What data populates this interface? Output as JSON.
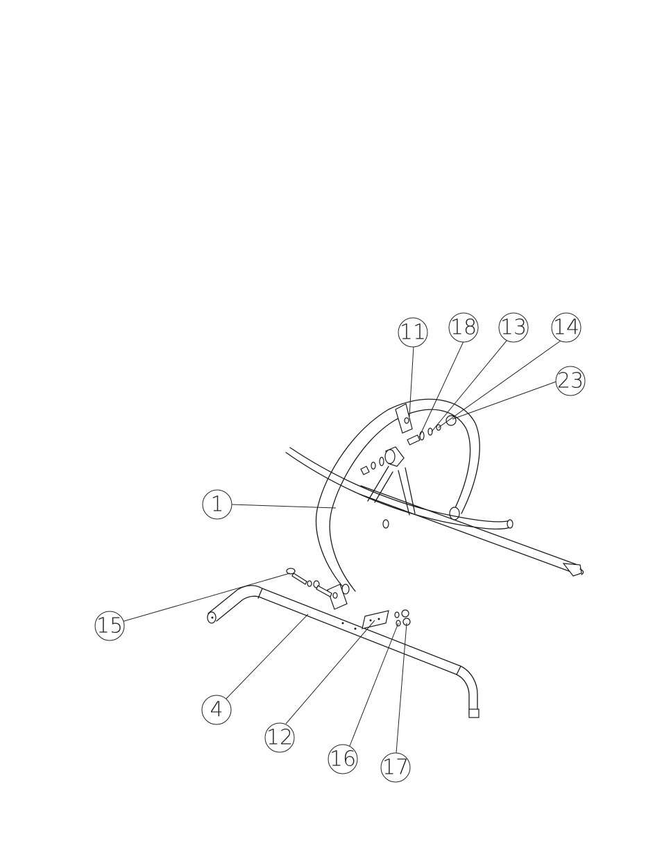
{
  "callouts": [
    {
      "id": "c1",
      "label": "1"
    },
    {
      "id": "c4",
      "label": "4"
    },
    {
      "id": "c11",
      "label": "11"
    },
    {
      "id": "c12",
      "label": "12"
    },
    {
      "id": "c13",
      "label": "13"
    },
    {
      "id": "c14",
      "label": "14"
    },
    {
      "id": "c15",
      "label": "15"
    },
    {
      "id": "c16",
      "label": "16"
    },
    {
      "id": "c17",
      "label": "17"
    },
    {
      "id": "c18",
      "label": "18"
    },
    {
      "id": "c23",
      "label": "23"
    }
  ]
}
